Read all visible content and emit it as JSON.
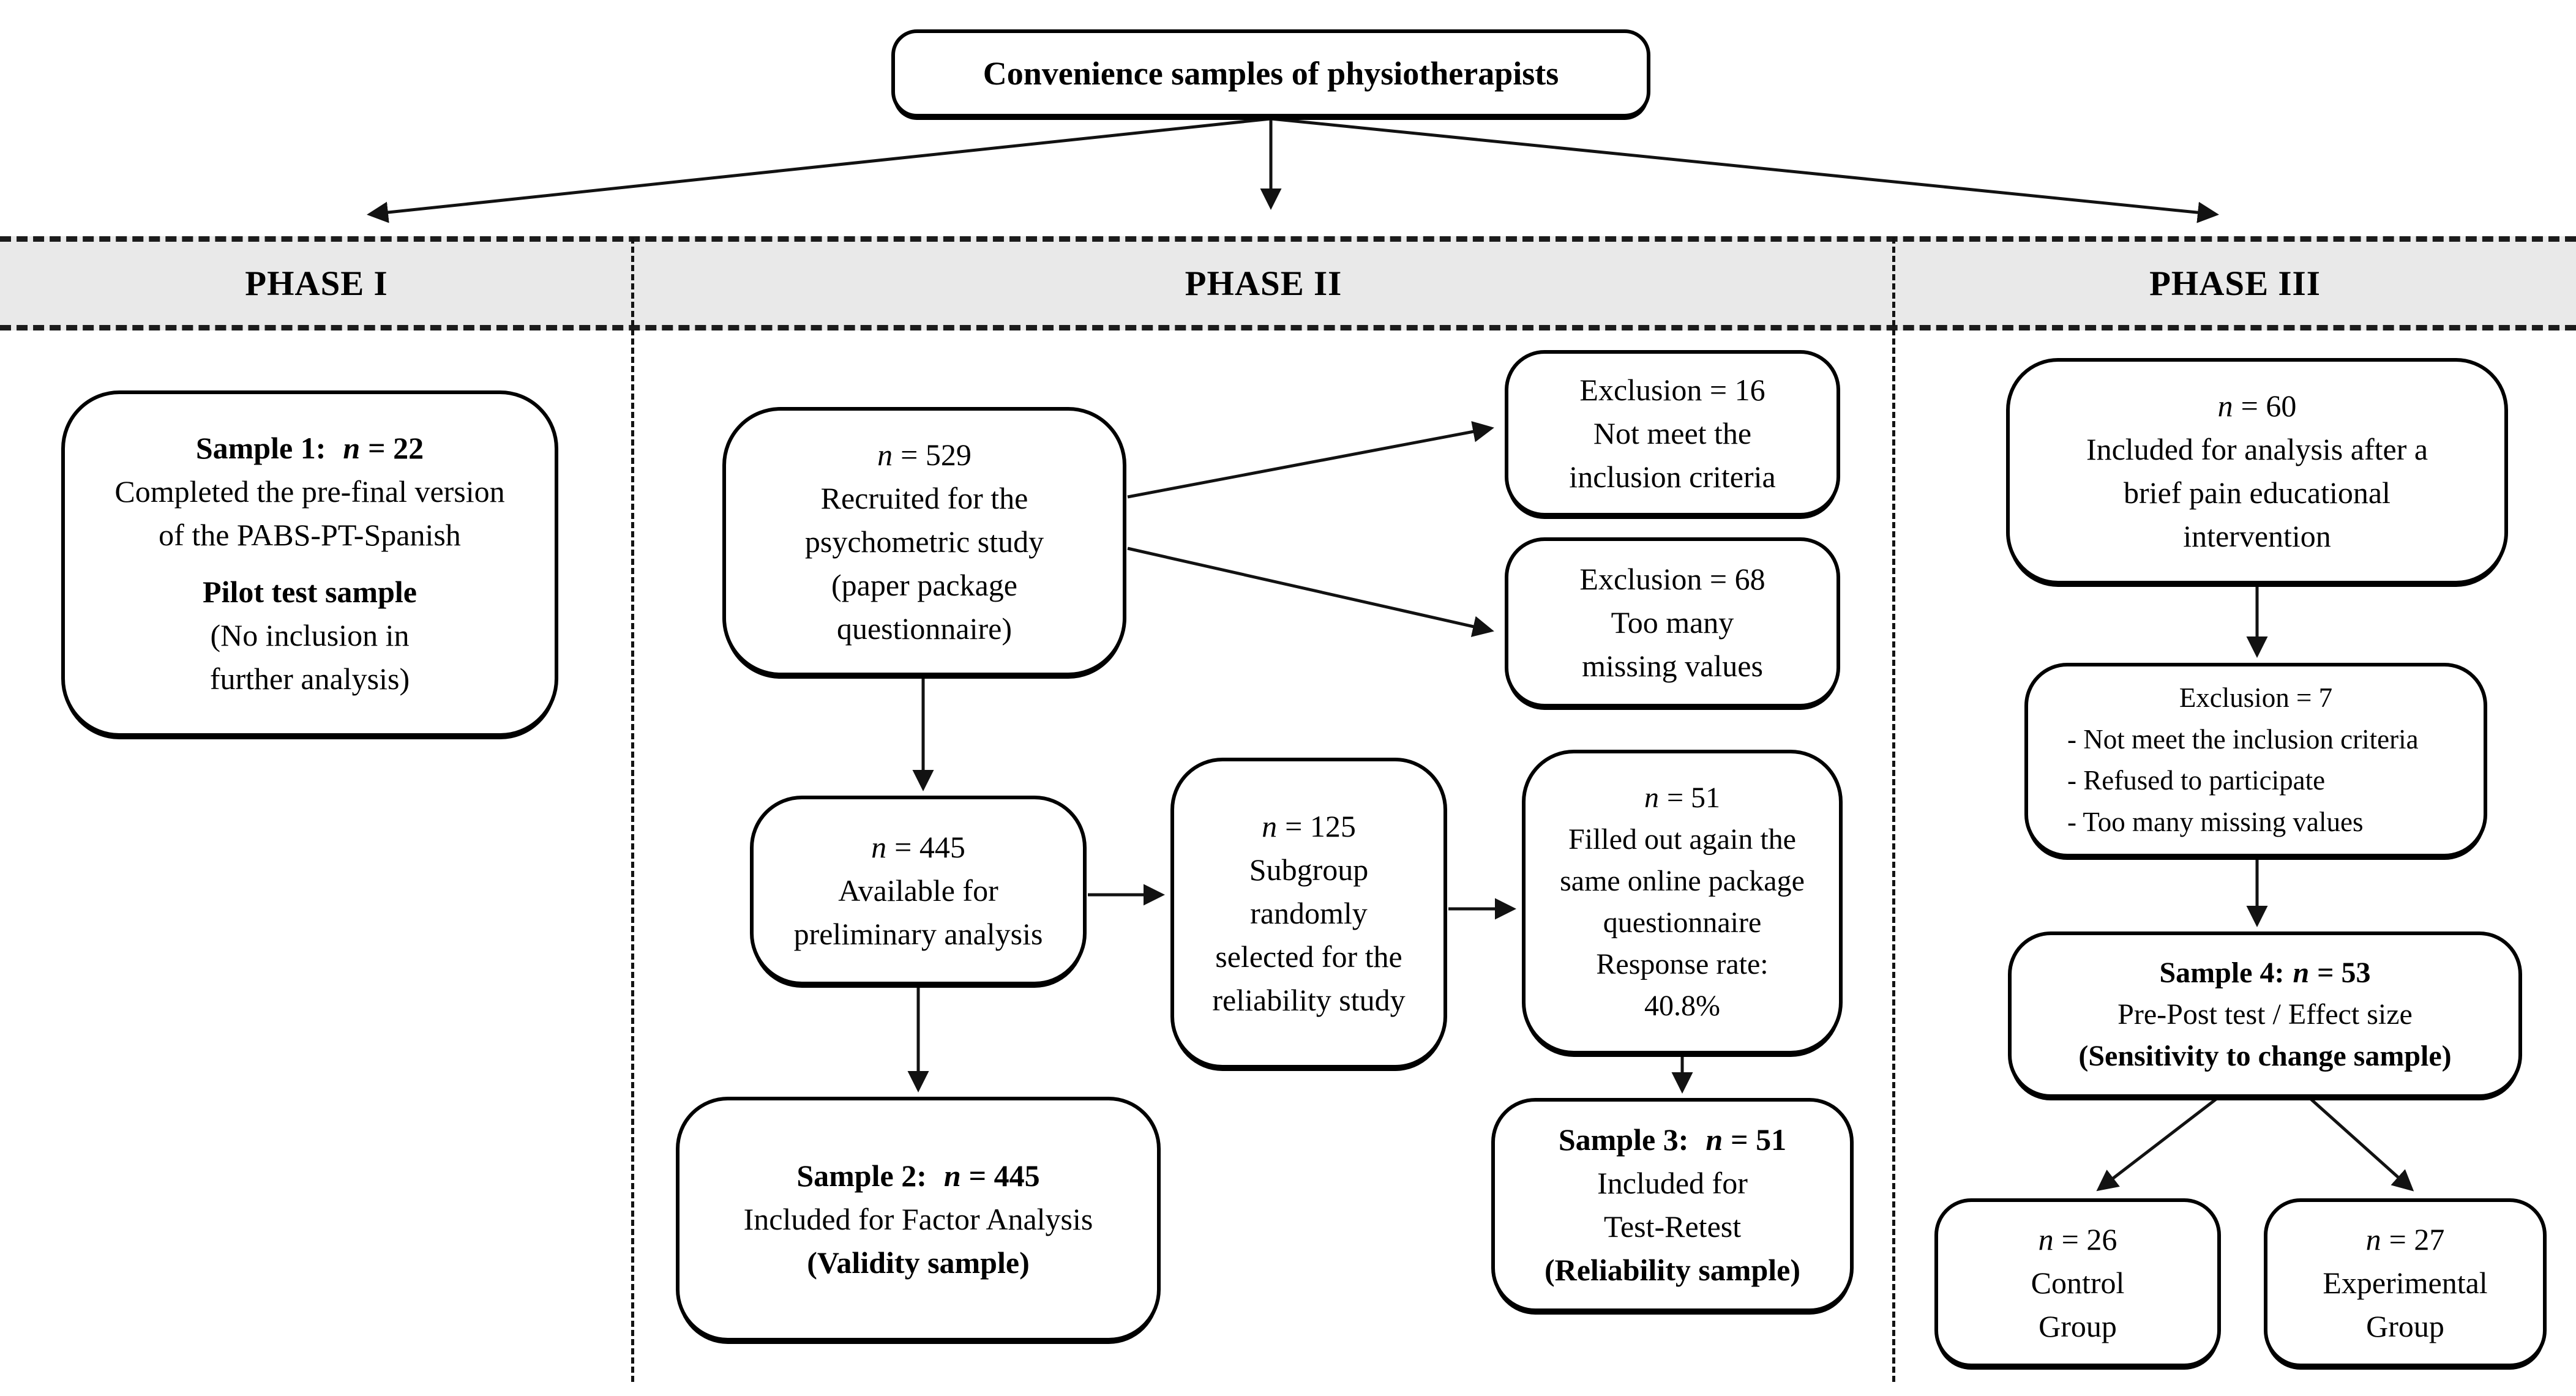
{
  "colors": {
    "background": "#ffffff",
    "band_fill": "#e9e9e9",
    "box_border": "#000000",
    "text": "#000000"
  },
  "top_box": {
    "text": "Convenience samples of physiotherapists"
  },
  "phases": {
    "phase1": "PHASE I",
    "phase2": "PHASE II",
    "phase3": "PHASE III"
  },
  "boxes": {
    "sample1": {
      "heading": {
        "label": "Sample 1:",
        "n": "n",
        "value": "= 22"
      },
      "line1": "Completed the pre-final version",
      "line2": "of the PABS-PT-Spanish",
      "subheading": "Pilot test sample",
      "line3": "(No inclusion in",
      "line4": "further analysis)"
    },
    "recruited": {
      "n": "n",
      "value": "= 529",
      "line1": "Recruited for the",
      "line2": "psychometric study",
      "line3": "(paper package",
      "line4": "questionnaire)"
    },
    "excl16": {
      "line1": "Exclusion = 16",
      "line2": "Not meet the",
      "line3": "inclusion criteria"
    },
    "excl68": {
      "line1": "Exclusion = 68",
      "line2": "Too many",
      "line3": "missing values"
    },
    "available": {
      "n": "n",
      "value": "= 445",
      "line1": "Available for",
      "line2": "preliminary analysis"
    },
    "subgroup": {
      "n": "n",
      "value": "= 125",
      "line1": "Subgroup",
      "line2": "randomly",
      "line3": "selected for the",
      "line4": "reliability study"
    },
    "filled": {
      "n": "n",
      "value": "= 51",
      "line1": "Filled out again the",
      "line2": "same online package",
      "line3": "questionnaire",
      "line4": "Response rate:",
      "line5": "40.8%"
    },
    "sample2": {
      "heading": {
        "label": "Sample 2:",
        "n": "n",
        "value": "= 445"
      },
      "line1": "Included for Factor Analysis",
      "subheading": "(Validity sample)"
    },
    "sample3": {
      "heading": {
        "label": "Sample 3:",
        "n": "n",
        "value": "= 51"
      },
      "line1": "Included for",
      "line2": "Test-Retest",
      "subheading": "(Reliability sample)"
    },
    "n60": {
      "n": "n",
      "value": "= 60",
      "line1": "Included for analysis after a",
      "line2": "brief pain educational",
      "line3": "intervention"
    },
    "excl7": {
      "line1": "Exclusion = 7",
      "item1": "- Not meet the inclusion criteria",
      "item2": "- Refused to participate",
      "item3": "- Too many missing values"
    },
    "sample4": {
      "heading": {
        "label": "Sample 4:",
        "n": "n",
        "value": "= 53"
      },
      "line1": "Pre-Post test / Effect size",
      "subheading": "(Sensitivity to change sample)"
    },
    "control": {
      "n": "n",
      "value": "= 26",
      "line1": "Control",
      "line2": "Group"
    },
    "experimental": {
      "n": "n",
      "value": "= 27",
      "line1": "Experimental",
      "line2": "Group"
    }
  }
}
